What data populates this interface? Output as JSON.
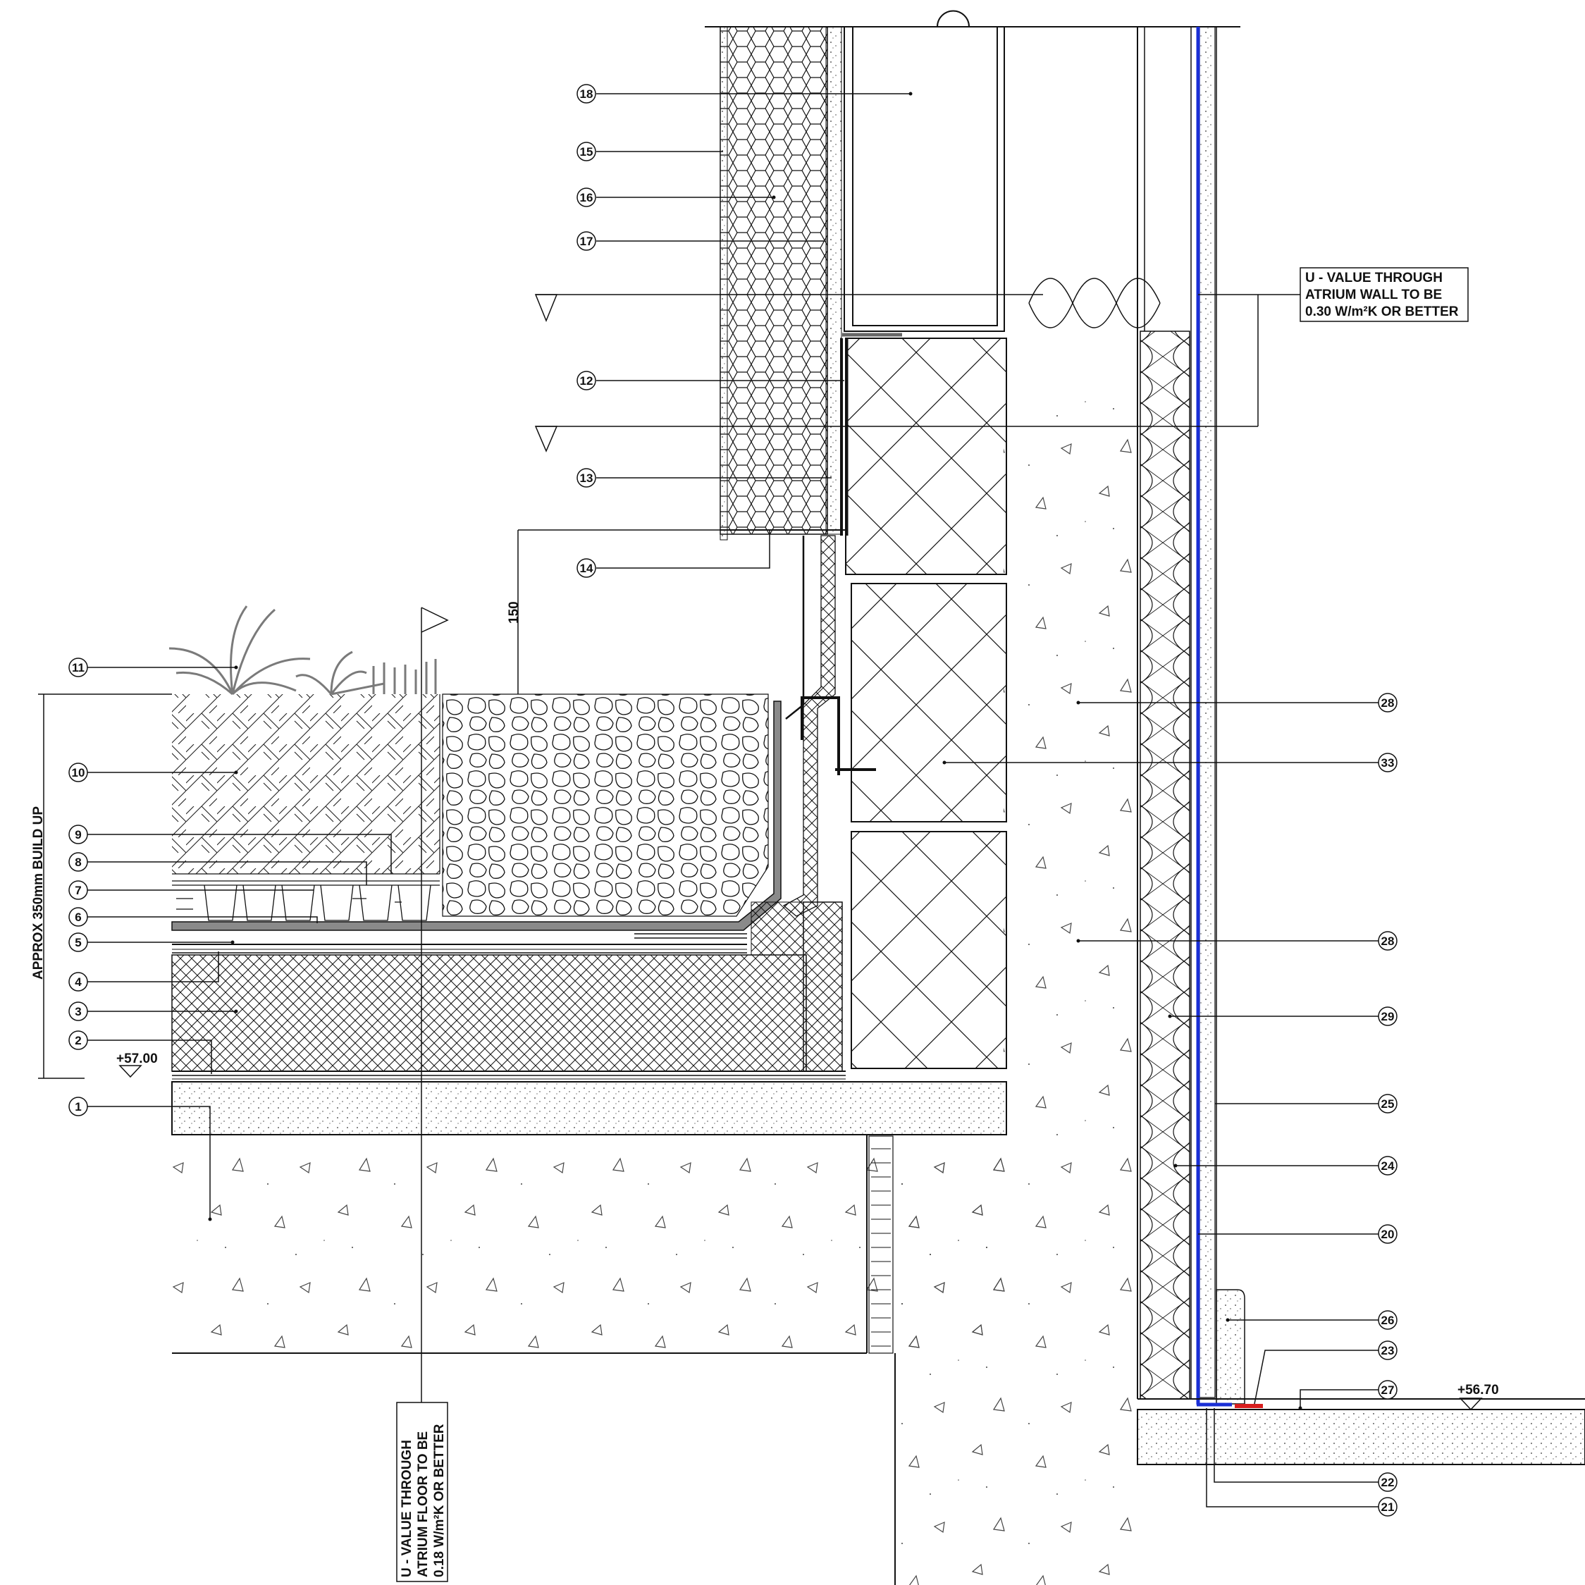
{
  "drawing": {
    "wall_note": [
      "U - VALUE THROUGH",
      "ATRIUM WALL TO BE",
      "0.30 W/m²K OR BETTER"
    ],
    "floor_note": [
      "U - VALUE THROUGH",
      "ATRIUM FLOOR TO BE",
      "0.18 W/m²K OR BETTER"
    ],
    "buildup_label": "APPROX 350mm BUILD UP",
    "dimension_150": "150",
    "level_upper": "+57.00",
    "level_lower": "+56.70",
    "tags": {
      "t18": "18",
      "t15": "15",
      "t16": "16",
      "t17": "17",
      "t12": "12",
      "t13": "13",
      "t14": "14",
      "t11": "11",
      "t10": "10",
      "t9": "9",
      "t8": "8",
      "t7": "7",
      "t6": "6",
      "t5": "5",
      "t4": "4",
      "t3": "3",
      "t2": "2",
      "t1": "1",
      "r28a": "28",
      "r33": "33",
      "r28b": "28",
      "r29": "29",
      "r25": "25",
      "r24": "24",
      "r20": "20",
      "r26": "26",
      "r23": "23",
      "r27": "27",
      "r22": "22",
      "r21": "21"
    }
  },
  "colors": {
    "line": "#111111",
    "membrane_blue": "#1a2fd6",
    "sealant_red": "#d81e1e",
    "grey_fill": "#8a8a8a"
  }
}
